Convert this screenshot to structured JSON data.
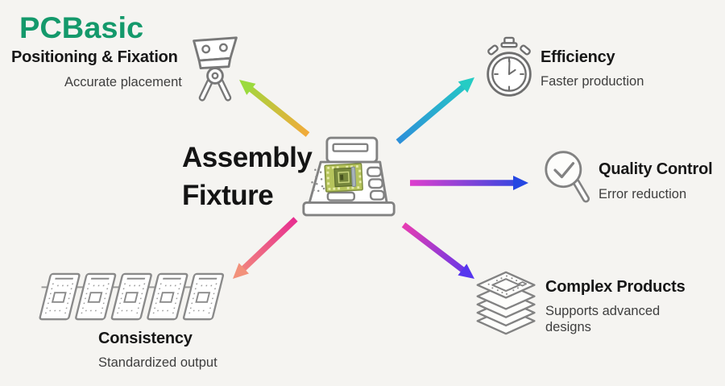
{
  "logo": {
    "text": "PCBasic",
    "brand_color": "#14996B"
  },
  "center": {
    "line1": "Assembly",
    "line2": "Fixture",
    "icon": "assembly-machine-icon"
  },
  "nodes": {
    "positioning": {
      "title": "Positioning & Fixation",
      "subtitle": "Accurate placement",
      "icon": "clamp-fixture-icon"
    },
    "efficiency": {
      "title": "Efficiency",
      "subtitle": "Faster production",
      "icon": "stopwatch-icon"
    },
    "quality": {
      "title": "Quality Control",
      "subtitle": "Error reduction",
      "icon": "magnifier-check-icon"
    },
    "complex": {
      "title": "Complex Products",
      "subtitle": "Supports advanced designs",
      "icon": "stacked-boards-icon"
    },
    "consistency": {
      "title": "Consistency",
      "subtitle": "Standardized output",
      "icon": "pcb-panel-row-icon"
    }
  },
  "arrows": [
    {
      "name": "arrow-to-positioning",
      "tail_color": "#F2AA3A",
      "head_color": "#9BDA3E"
    },
    {
      "name": "arrow-to-efficiency",
      "tail_color": "#2D8FD9",
      "head_color": "#25CCC4"
    },
    {
      "name": "arrow-to-quality",
      "tail_color": "#DE3ECD",
      "head_color": "#2547E2"
    },
    {
      "name": "arrow-to-complex",
      "tail_color": "#E73CB2",
      "head_color": "#5636EE"
    },
    {
      "name": "arrow-to-consistency",
      "tail_color": "#E72E90",
      "head_color": "#F2917B"
    }
  ],
  "colors": {
    "background": "#F5F4F1",
    "title_text": "#171717",
    "subtitle_text": "#3E3E3E",
    "icon_stroke": "#7E7E7E",
    "pcb_board": "#B6C45C",
    "pcb_chip": "#76873C"
  }
}
